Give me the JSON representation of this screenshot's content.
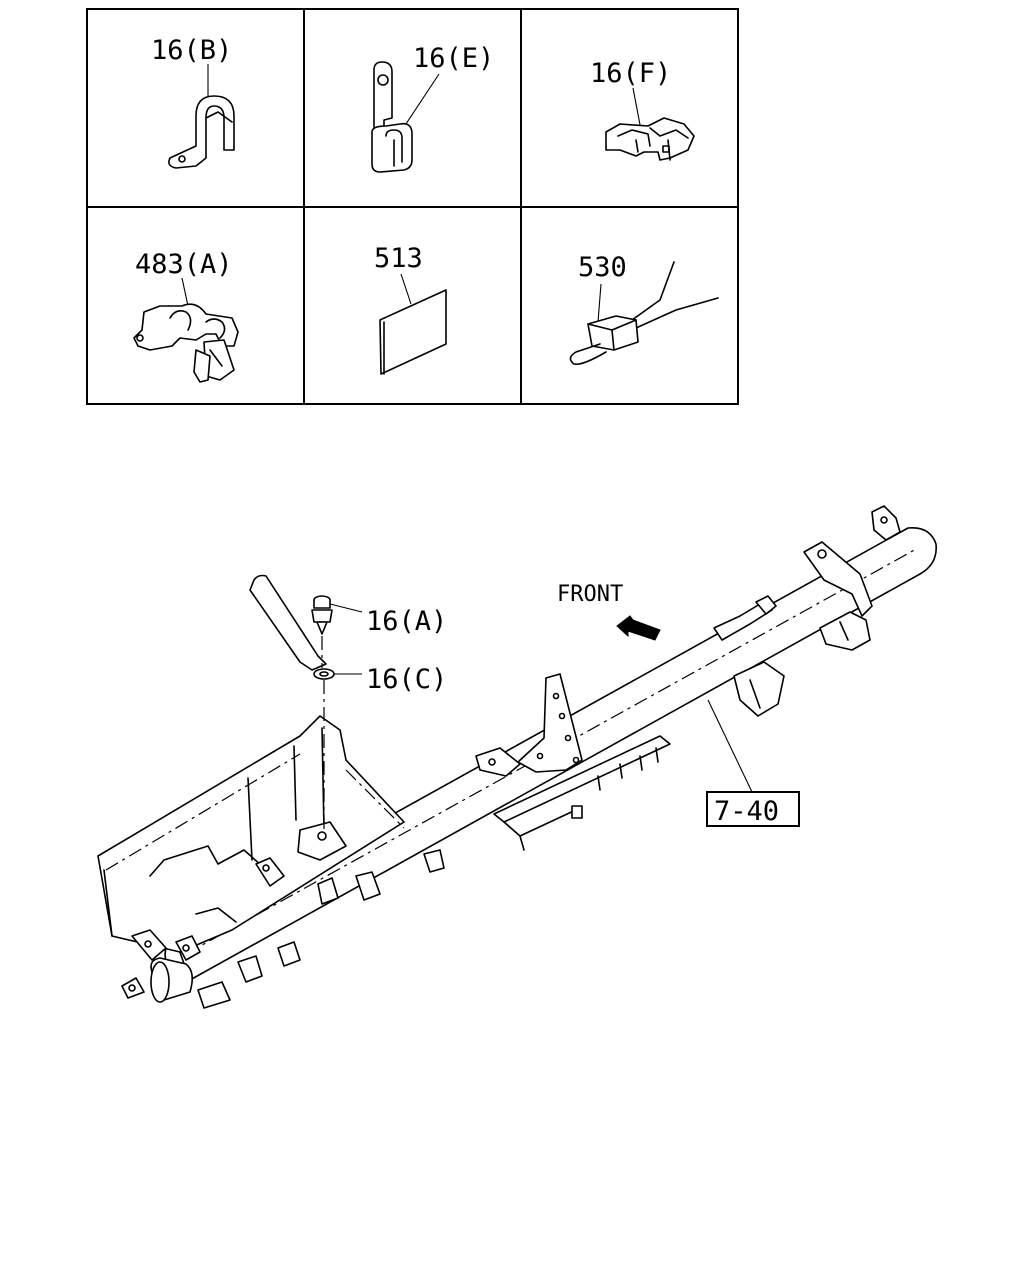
{
  "parts_table": {
    "cells": [
      {
        "label": "16(B)",
        "icon": "u-clamp-icon"
      },
      {
        "label": "16(E)",
        "icon": "hose-clip-icon"
      },
      {
        "label": "16(F)",
        "icon": "harness-clip-icon"
      },
      {
        "label": "483(A)",
        "icon": "double-clip-icon"
      },
      {
        "label": "513",
        "icon": "pad-icon"
      },
      {
        "label": "530",
        "icon": "wire-clip-icon"
      }
    ]
  },
  "main_diagram": {
    "front_label": "FRONT",
    "callouts": {
      "bolt": "16(A)",
      "washer": "16(C)",
      "reference": "7-40"
    }
  }
}
